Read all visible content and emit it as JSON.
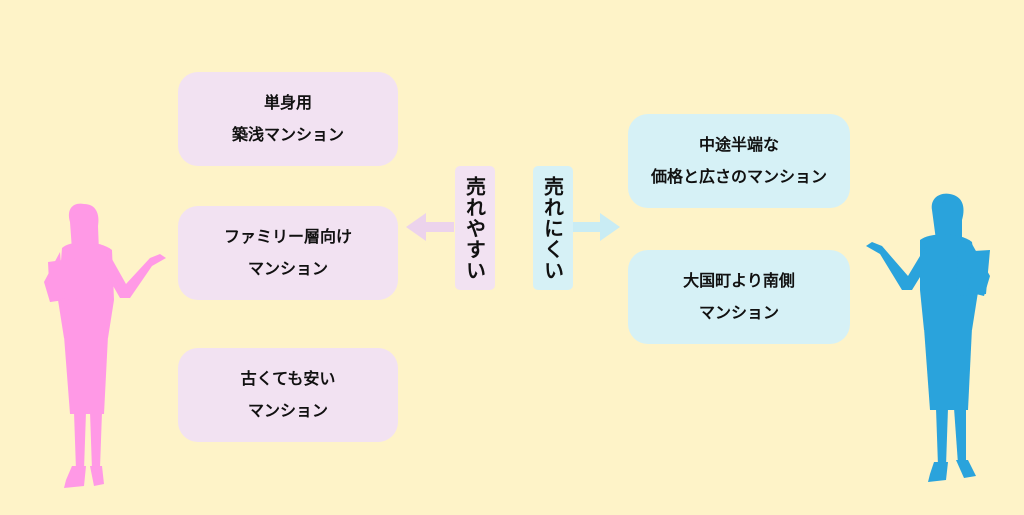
{
  "left_items": [
    {
      "line1": "単身用",
      "line2": "築浅マンション"
    },
    {
      "line1": "ファミリー層向け",
      "line2": "マンション"
    },
    {
      "line1": "古くても安い",
      "line2": "マンション"
    }
  ],
  "right_items": [
    {
      "line1": "中途半端な",
      "line2": "価格と広さのマンション"
    },
    {
      "line1": "大国町より南側",
      "line2": "マンション"
    }
  ],
  "left_label": "売れやすい",
  "right_label": "売れにくい",
  "colors": {
    "background": "#fef3c8",
    "pink_box": "#f2e2f2",
    "blue_box": "#d6f1f6",
    "pink_figure": "#ff99e6",
    "blue_figure": "#2aa3dc",
    "pink_arrow": "#ecd3ec",
    "blue_arrow": "#c9ecf4"
  }
}
